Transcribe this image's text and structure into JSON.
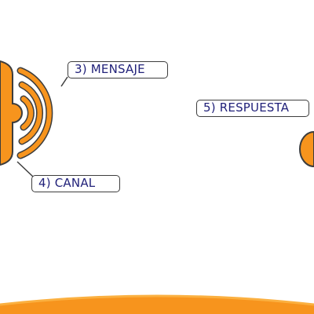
{
  "diagram": {
    "labels": {
      "mensaje": "3) MENSAJE",
      "canal": "4) CANAL",
      "respuesta": "5) RESPUESTA"
    },
    "colors": {
      "orange": "#f7941d",
      "orange_light": "#fbb040",
      "outline": "#3d3d3d",
      "label_text": "#22227a"
    }
  }
}
